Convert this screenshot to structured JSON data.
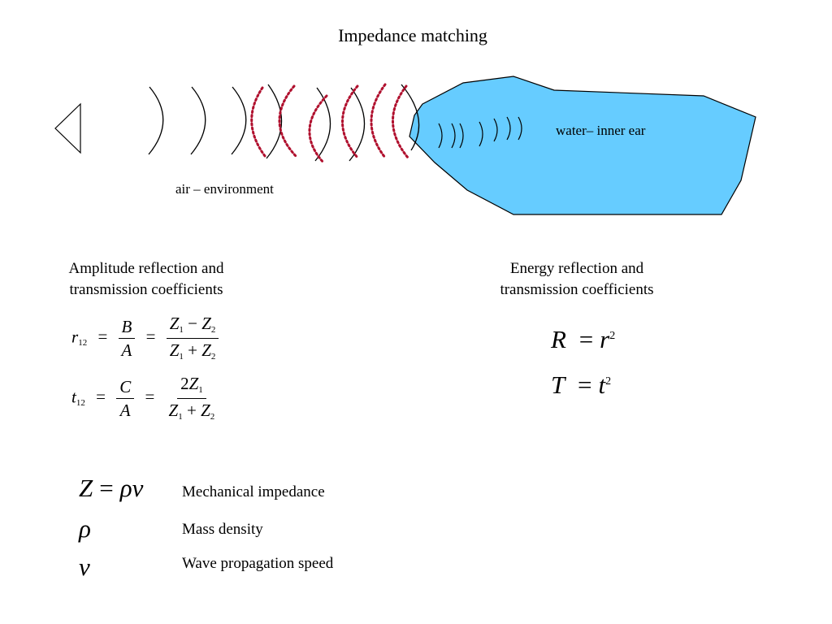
{
  "title": "Impedance matching",
  "diagram": {
    "air_label": "air – environment",
    "water_label": "water– inner ear",
    "water_fill": "#66ccff",
    "reflected_wave_color": "#b0102e"
  },
  "amplitude": {
    "heading_line1": "Amplitude reflection and",
    "heading_line2": "transmission coefficients",
    "r": {
      "symbol": "r",
      "sub": "12",
      "eq": "=",
      "frac1_num": "B",
      "frac1_den": "A"
    },
    "t": {
      "symbol": "t",
      "sub": "12",
      "eq": "=",
      "frac1_num": "C",
      "frac1_den": "A"
    },
    "z": "Z",
    "s1": "1",
    "s2": "2",
    "minus": "−",
    "plus": "+",
    "two": "2"
  },
  "energy": {
    "heading_line1": "Energy reflection and",
    "heading_line2": "transmission coefficients",
    "R_lhs": "R",
    "R_rhs": "r",
    "T_lhs": "T",
    "T_rhs": "t",
    "eq": "=",
    "exp": "2"
  },
  "legend": {
    "impedance_formula_lhs": "Z",
    "impedance_formula_eq": "=",
    "impedance_formula_rhs": "ρv",
    "rho": "ρ",
    "v": "v",
    "impedance_label": "Mechanical impedance",
    "density_label": "Mass density",
    "speed_label": "Wave propagation speed"
  }
}
